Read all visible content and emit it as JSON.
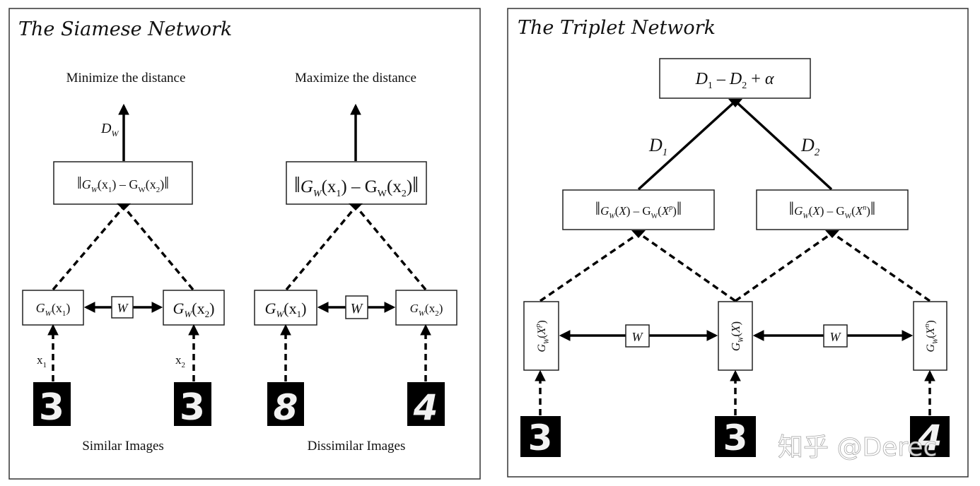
{
  "siamese": {
    "title": "The Siamese Network",
    "similar": {
      "top_label": "Minimize the distance",
      "distance_label": "D",
      "distance_sub": "W",
      "norm_box": "‖G_W(x1) − G_W(x2)‖",
      "left_box": "G_W(x1)",
      "right_box": "G_W(x2)",
      "shared": "W",
      "input_left": "x1",
      "input_right": "x2",
      "digits": [
        "3",
        "3"
      ],
      "caption": "Similar Images"
    },
    "dissimilar": {
      "top_label": "Maximize the distance",
      "norm_box": "‖G_W(x1) − G_W(x2)‖",
      "left_box": "G_W(x1)",
      "right_box": "G_W(x2)",
      "shared": "W",
      "digits": [
        "8",
        "4"
      ],
      "caption": "Dissimilar Images"
    }
  },
  "triplet": {
    "title": "The Triplet Network",
    "loss_box": "D1 − D2 + α",
    "d1": "D1",
    "d2": "D2",
    "norm_left": "‖G_W(X) − G_W(X^p)‖",
    "norm_right": "‖G_W(X) − G_W(X^n)‖",
    "branch_pos": "G_W(X^p)",
    "branch_anchor": "G_W(X)",
    "branch_neg": "G_W(X^n)",
    "shared_left": "W",
    "shared_right": "W",
    "digits": [
      "3",
      "3",
      "4"
    ]
  },
  "watermark": "知乎 @Derec",
  "icons": {
    "arrow": "arrowhead-icon"
  }
}
